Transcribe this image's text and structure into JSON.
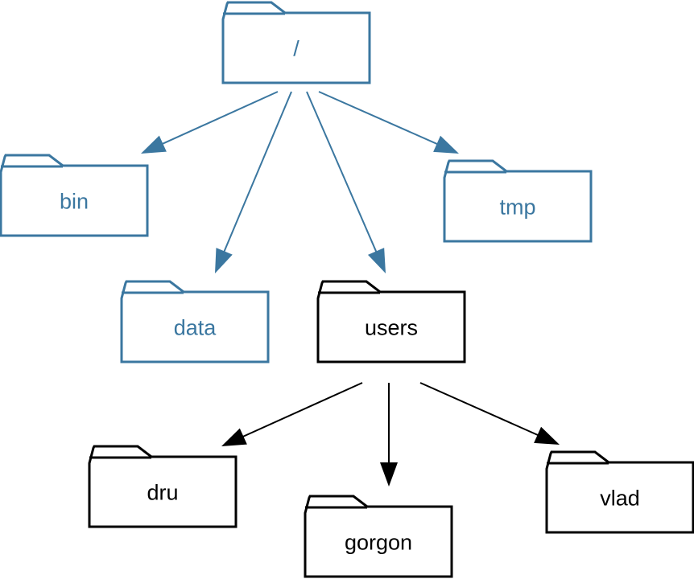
{
  "colors": {
    "highlight": "#3b77a0",
    "normal": "#000000"
  },
  "folders": {
    "root": {
      "label": "/",
      "style": "highlight"
    },
    "bin": {
      "label": "bin",
      "style": "highlight"
    },
    "tmp": {
      "label": "tmp",
      "style": "highlight"
    },
    "data": {
      "label": "data",
      "style": "highlight"
    },
    "users": {
      "label": "users",
      "style": "normal"
    },
    "dru": {
      "label": "dru",
      "style": "normal"
    },
    "gorgon": {
      "label": "gorgon",
      "style": "normal"
    },
    "vlad": {
      "label": "vlad",
      "style": "normal"
    }
  },
  "edges": [
    {
      "from": "root",
      "to": "bin"
    },
    {
      "from": "root",
      "to": "data"
    },
    {
      "from": "root",
      "to": "users"
    },
    {
      "from": "root",
      "to": "tmp"
    },
    {
      "from": "users",
      "to": "dru"
    },
    {
      "from": "users",
      "to": "gorgon"
    },
    {
      "from": "users",
      "to": "vlad"
    }
  ]
}
